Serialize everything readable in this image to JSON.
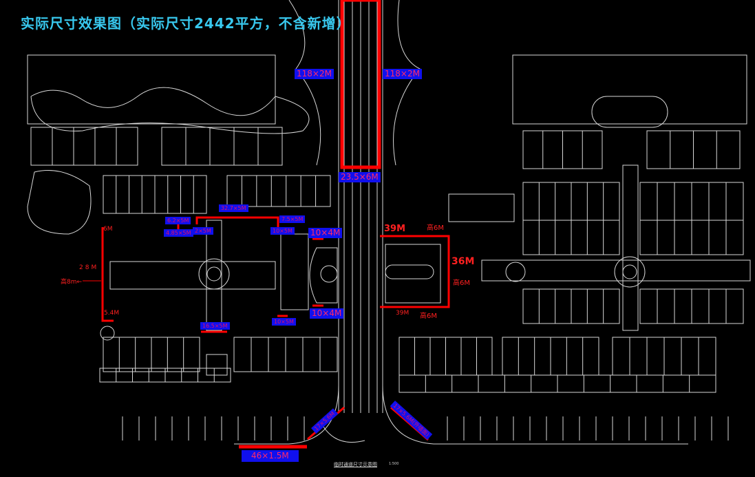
{
  "title": "实际尺寸效果图（实际尺寸2442平方，不含新增）",
  "labels": {
    "top_left": "118×2M",
    "top_right": "118×2M",
    "road_top": "23.5×6M",
    "l_32_7": "32.7×5M",
    "l_6_2": "6.2×5M",
    "l_4_85": "4.85×5M",
    "l_2": "2×5M",
    "l_7_5": "7.5×5M",
    "l_10x5_top": "10×5M",
    "l_10x4_top": "10×4M",
    "l_10x4_bottom": "10×4M",
    "l_10x5_bottom": "10×5M",
    "l_16_5": "16.5×5M",
    "l_46": "46×1.5M",
    "l_17_left": "17×5.6M",
    "l_17_right": "17×5.6M(外墙面)"
  },
  "red_text": {
    "left_6m": "6M",
    "left_28m": "28M",
    "left_height": "高8m←",
    "left_5_4m": "5.4M",
    "right_39m_top": "39M",
    "right_height_top": "高6M",
    "right_36m": "36M",
    "right_height_side": "高6M",
    "right_39m_bottom": "39M",
    "right_height_bottom": "高6M"
  },
  "caption": "临时通道尺寸示意图",
  "scale": "1:500",
  "colors": {
    "title": "#38c8ee",
    "highlight": "#ff0000",
    "label_bg": "#1010ee",
    "line": "#d8d8d8"
  }
}
